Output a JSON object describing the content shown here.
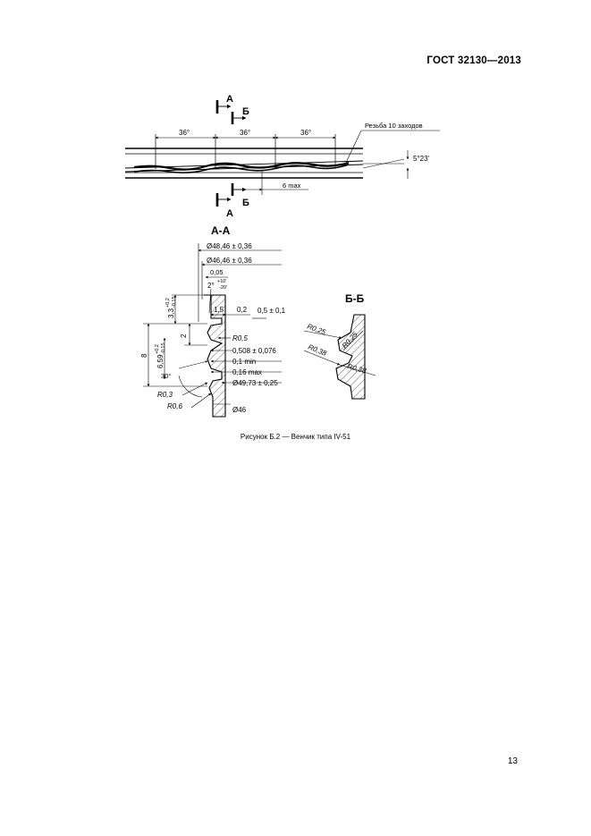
{
  "header": {
    "standard": "ГОСТ 32130—2013"
  },
  "figure": {
    "top_view": {
      "section_a": "А",
      "section_b": "Б",
      "angle_1": "36°",
      "angle_2": "36°",
      "angle_3": "36°",
      "thread_label": "Резьба 10 заходов",
      "helix_angle": "5°23'",
      "max_len": "6 max"
    },
    "section_aa": {
      "title": "А-А",
      "d1": "Ø48,46 ± 0,36",
      "d2": "Ø46,46 ± 0,36",
      "d_small": "0,05",
      "angle": "2°",
      "angle_tol_up": "+10'",
      "angle_tol_dn": "-20'",
      "d_15": "1,5",
      "d_02": "0,2",
      "d_05": "0,5 ± 0,1",
      "r05": "R0,5",
      "d0508": "0,508 ± 0,076",
      "d01": "0,1 min",
      "d016": "0,16 max",
      "d4973": "Ø49,73 ± 0,25",
      "d46": "Ø46",
      "r03": "R0,3",
      "r06": "R0,6",
      "angle30": "30°",
      "v8": "8",
      "v2": "2",
      "v33_base": "3,3",
      "v33_up": "+0,2",
      "v33_dn": "-0,15",
      "v659_base": "6,59",
      "v659_up": "+0,2",
      "v659_dn": "-0,15"
    },
    "section_bb": {
      "title": "Б-Б",
      "r1": "R0,25",
      "r2": "R0,25",
      "r3": "R0,38",
      "r4": "R0,38"
    },
    "caption": "Рисунок Б.2 — Венчик типа IV-51"
  },
  "footer": {
    "page_number": "13"
  }
}
